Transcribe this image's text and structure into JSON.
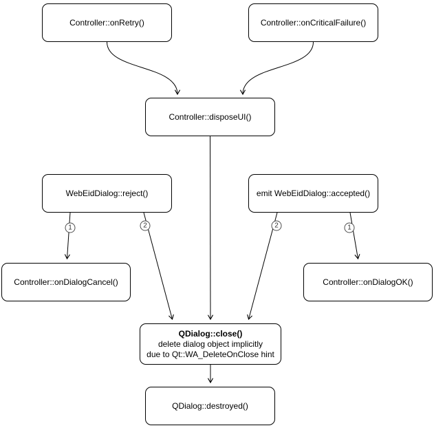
{
  "diagram": {
    "nodes": {
      "onRetry": {
        "label": "Controller::onRetry()"
      },
      "onCriticalFailure": {
        "label": "Controller::onCriticalFailure()"
      },
      "disposeUI": {
        "label": "Controller::disposeUI()"
      },
      "reject": {
        "label": "WebEidDialog::reject()"
      },
      "accepted": {
        "label": "emit WebEidDialog::accepted()"
      },
      "onDialogCancel": {
        "label": "Controller::onDialogCancel()"
      },
      "onDialogOK": {
        "label": "Controller::onDialogOK()"
      },
      "close": {
        "title": "QDialog::close()",
        "line1": "delete dialog object implicitly",
        "line2": "due to Qt::WA_DeleteOnClose hint"
      },
      "destroyed": {
        "label": "QDialog::destroyed()"
      }
    },
    "edge_labels": {
      "reject_to_cancel": "1",
      "reject_to_close": "2",
      "accepted_to_close": "2",
      "accepted_to_ok": "1"
    },
    "colors": {
      "node_fill": "#ffffff",
      "node_border": "#000000",
      "edge": "#000000"
    }
  }
}
